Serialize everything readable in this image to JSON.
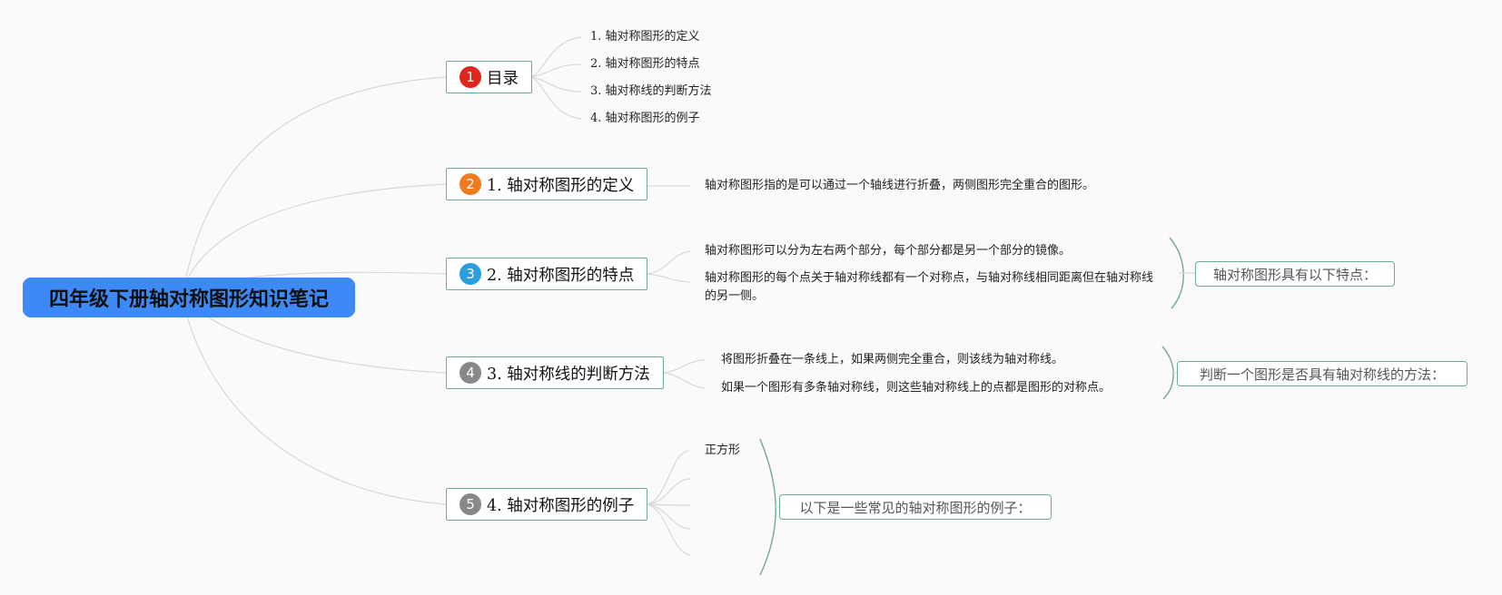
{
  "root": {
    "title": "四年级下册轴对称图形知识笔记",
    "color": "#3d8af7"
  },
  "topics": [
    {
      "badge": "1",
      "badge_color": "#e0261b",
      "label": "目录"
    },
    {
      "badge": "2",
      "badge_color": "#f07a1e",
      "label": "1. 轴对称图形的定义"
    },
    {
      "badge": "3",
      "badge_color": "#2a9ee0",
      "label": "2. 轴对称图形的特点"
    },
    {
      "badge": "4",
      "badge_color": "#888888",
      "label": "3. 轴对称线的判断方法"
    },
    {
      "badge": "5",
      "badge_color": "#888888",
      "label": "4. 轴对称图形的例子"
    }
  ],
  "toc": [
    "1. 轴对称图形的定义",
    "2. 轴对称图形的特点",
    "3. 轴对称线的判断方法",
    "4. 轴对称图形的例子"
  ],
  "definition": {
    "text": "轴对称图形指的是可以通过一个轴线进行折叠，两侧图形完全重合的图形。"
  },
  "features": {
    "items": [
      "轴对称图形可以分为左右两个部分，每个部分都是另一个部分的镜像。",
      "轴对称图形的每个点关于轴对称线都有一个对称点，与轴对称线相同距离但在轴对称线的另一侧。"
    ],
    "summary": "轴对称图形具有以下特点："
  },
  "judge": {
    "items": [
      "将图形折叠在一条线上，如果两侧完全重合，则该线为轴对称线。",
      "如果一个图形有多条轴对称线，则这些轴对称线上的点都是图形的对称点。"
    ],
    "summary": "判断一个图形是否具有轴对称线的方法："
  },
  "examples": {
    "items": [
      "正方形",
      "",
      "",
      "",
      ""
    ],
    "summary": "以下是一些常见的轴对称图形的例子："
  },
  "colors": {
    "topic_border": "#6fa89e",
    "branch_line": "#d9d9d9",
    "background": "#fafafa"
  }
}
